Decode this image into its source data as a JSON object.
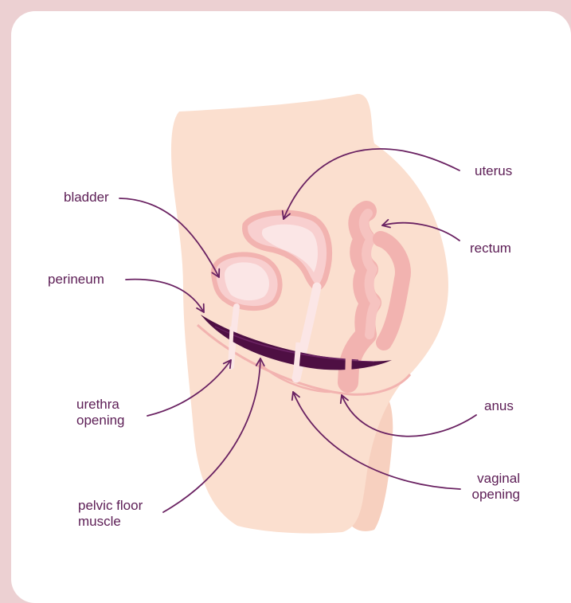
{
  "colors": {
    "background": "#ecd0d2",
    "card": "#ffffff",
    "body": "#fbdfcf",
    "organ_outline": "#f2b3b0",
    "organ_fill": "#f8cfcf",
    "organ_inner": "#fbe6e6",
    "muscle": "#4e0f43",
    "label_text": "#5c1d55",
    "arrow": "#6a2262"
  },
  "labels": {
    "bladder": "bladder",
    "perineum": "perineum",
    "urethra_opening": "urethra\nopening",
    "pelvic_floor_muscle": "pelvic floor\nmuscle",
    "uterus": "uterus",
    "rectum": "rectum",
    "anus": "anus",
    "vaginal_opening": "vaginal\nopening"
  }
}
